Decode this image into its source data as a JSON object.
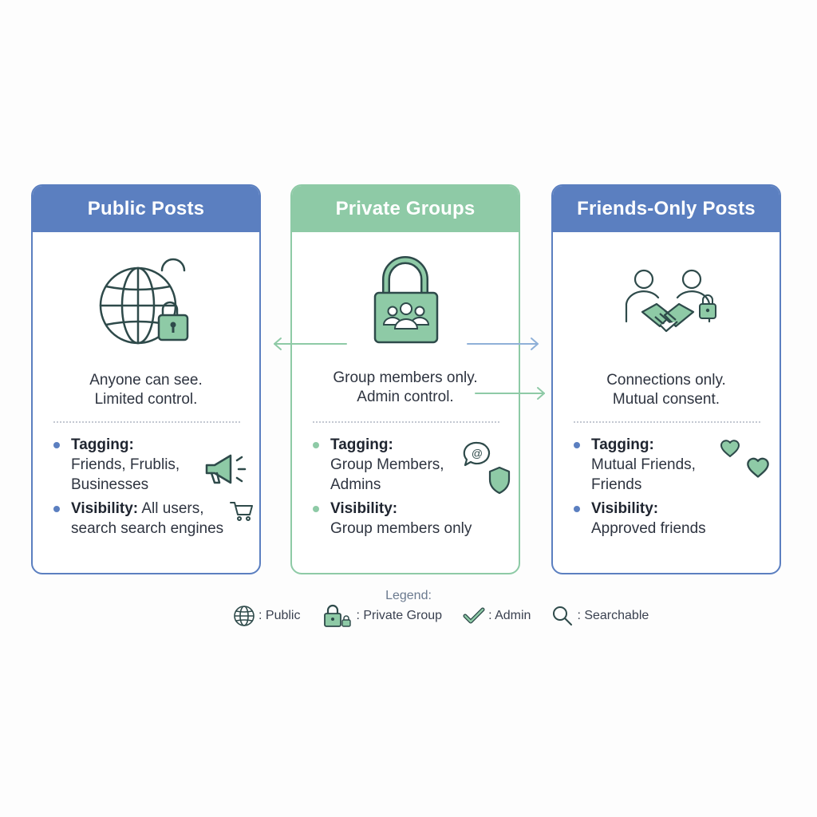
{
  "colors": {
    "blue": "#5b7fc0",
    "green": "#8ecaa6",
    "icon_stroke": "#2e4a4a",
    "icon_fill": "#8ecaa6",
    "text": "#2e3440"
  },
  "cards": [
    {
      "title": "Public Posts",
      "icon": "globe-lock-icon",
      "desc_line1": "Anyone can see.",
      "desc_line2": "Limited control.",
      "tagging_label": "Tagging:",
      "tagging_line1": "Friends, Frublis,",
      "tagging_line2": "Businesses",
      "visibility_label": "Visibility:",
      "visibility_inline": "All users,",
      "visibility_line2": "search search engines",
      "decor_icons": [
        "megaphone-icon",
        "shopping-cart-icon"
      ]
    },
    {
      "title": "Private Groups",
      "icon": "padlock-group-icon",
      "desc_line1": "Group members only.",
      "desc_line2": "Admin control.",
      "tagging_label": "Tagging:",
      "tagging_line1": "Group Members,",
      "tagging_line2": "Admins",
      "visibility_label": "Visibility:",
      "visibility_line2": "Group members only",
      "decor_icons": [
        "at-sign-bubble-icon",
        "shield-icon"
      ]
    },
    {
      "title": "Friends-Only Posts",
      "icon": "handshake-lock-icon",
      "desc_line1": "Connections only.",
      "desc_line2": "Mutual consent.",
      "tagging_label": "Tagging:",
      "tagging_line1": "Mutual Friends,",
      "tagging_line2": "Friends",
      "visibility_label": "Visibility:",
      "visibility_line2": "Approved friends",
      "decor_icons": [
        "heart-icon",
        "heart-icon"
      ]
    }
  ],
  "legend": {
    "title": "Legend:",
    "items": [
      {
        "icon": "globe-icon",
        "label": ": Public"
      },
      {
        "icon": "padlock-icon",
        "label": ": Private Group"
      },
      {
        "icon": "checkmark-icon",
        "label": ": Admin"
      },
      {
        "icon": "magnifier-icon",
        "label": ": Searchable"
      }
    ]
  }
}
